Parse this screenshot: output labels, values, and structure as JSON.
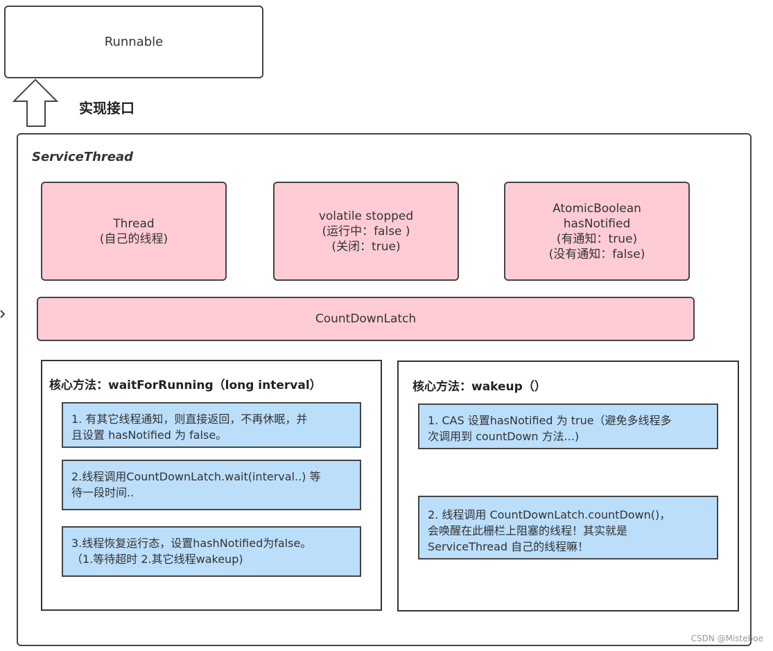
{
  "runnable": {
    "label": "Runnable"
  },
  "implements_label": "实现接口",
  "service_thread": {
    "title": "ServiceThread",
    "fields": [
      {
        "lines": [
          "Thread",
          "(自己的线程)"
        ]
      },
      {
        "lines": [
          "volatile stopped",
          "(运行中：false )",
          "(关闭：true)"
        ]
      },
      {
        "lines": [
          "AtomicBoolean",
          "hasNotified",
          "(有通知：true)",
          "(没有通知：false)"
        ]
      }
    ],
    "latch_label": "CountDownLatch"
  },
  "wait_method": {
    "title": "核心方法：waitForRunning（long interval）",
    "steps": [
      {
        "lines": [
          "1. 有其它线程通知，则直接返回，不再休眠，并",
          "且设置 hasNotified 为 false。"
        ]
      },
      {
        "lines": [
          "2.线程调用CountDownLatch.wait(interval..) 等",
          "待一段时间.."
        ]
      },
      {
        "lines": [
          "3.线程恢复运行态，设置hashNotified为false。",
          "（1.等待超时  2.其它线程wakeup)"
        ]
      }
    ]
  },
  "wakeup_method": {
    "title": "核心方法：wakeup（）",
    "steps": [
      {
        "lines": [
          "1. CAS 设置hasNotified 为 true（避免多线程多",
          "次调用到 countDown 方法...)"
        ]
      },
      {
        "lines": [
          "2. 线程调用 CountDownLatch.countDown()，",
          "会唤醒在此栅栏上阻塞的线程！其实就是",
          "ServiceThread 自己的线程嘛！"
        ]
      }
    ]
  },
  "watermark": "CSDN @Misteboe",
  "colors": {
    "field_fill": "#ffccd5",
    "step_fill": "#bbdefb",
    "border": "#444444"
  }
}
